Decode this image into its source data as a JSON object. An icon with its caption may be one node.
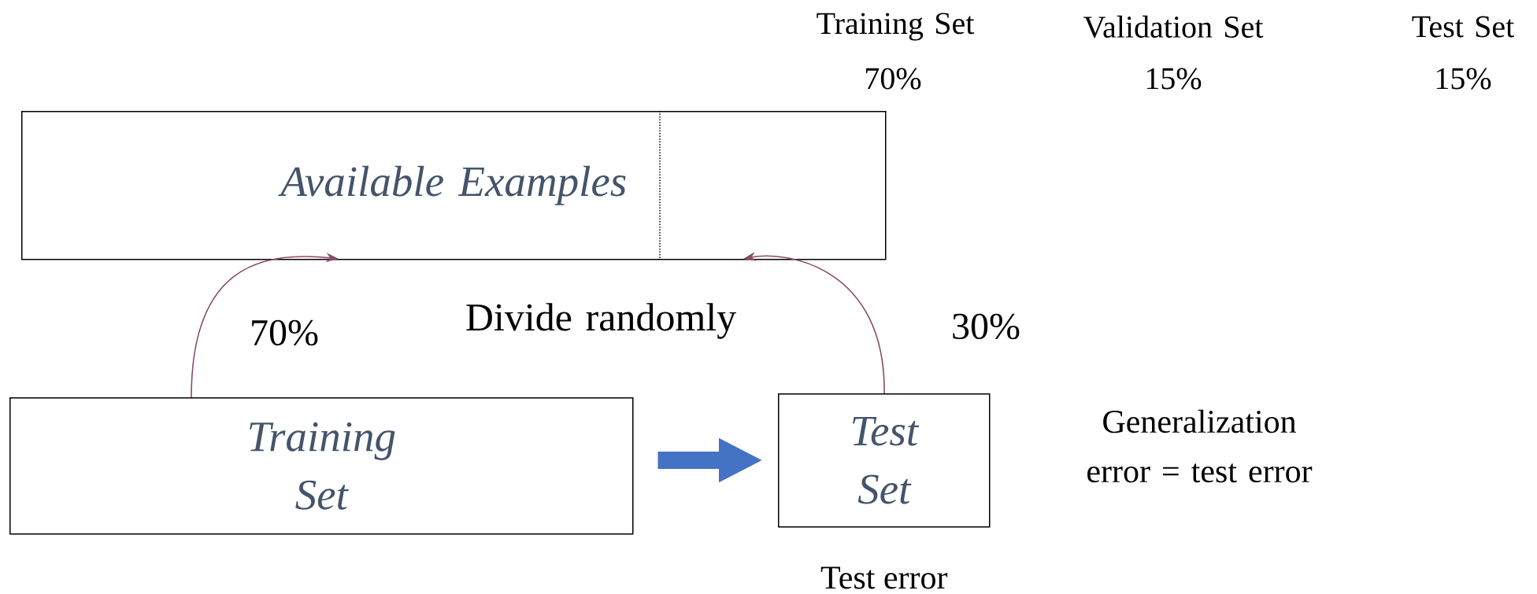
{
  "diagram": {
    "nodes": [
      {
        "text": [
          "Available Examples"
        ]
      },
      {
        "text": [
          "Training Set"
        ]
      },
      {
        "text": [
          "Test Set"
        ],
        "beside": [
          "Test error"
        ]
      }
    ],
    "edges": [
      {
        "from": 1,
        "to": 0,
        "arrow": "to",
        "label": "70%"
      },
      {
        "from": 2,
        "to": 0,
        "arrow": "to",
        "label": "30%"
      },
      {
        "from": 1,
        "to": 2,
        "arrow": "to",
        "style": "thick",
        "color": "#4472c4"
      }
    ],
    "labels": [
      "Training Set",
      "Validation Set",
      "Test Set",
      "70%",
      "15%",
      "15%",
      "Divide randomly",
      "Generalization error = test error"
    ]
  }
}
